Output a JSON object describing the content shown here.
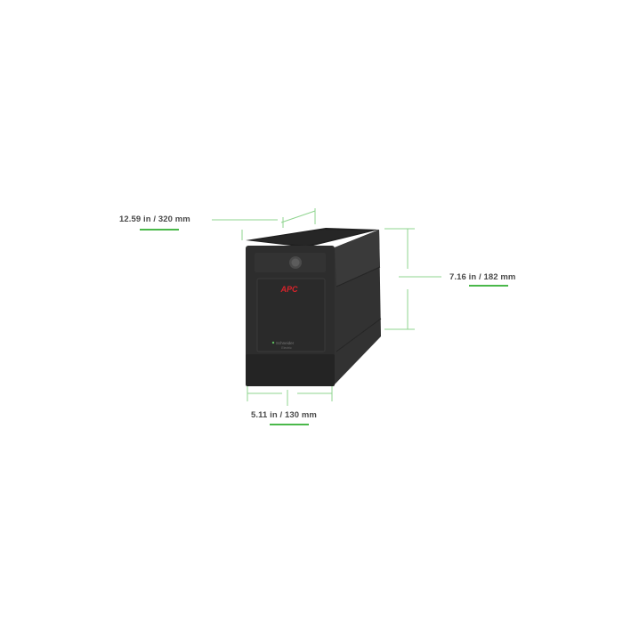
{
  "dimensions": {
    "depth": "12.59 in / 320 mm",
    "height": "7.16 in / 182 mm",
    "width": "5.11 in / 130 mm"
  },
  "product": {
    "brand_logo_text": "APC",
    "maker_logo_text": "Schneider Electric"
  },
  "colors": {
    "accent_green": "#4ab84a",
    "body_black": "#2b2b2b",
    "logo_red": "#d8232a"
  }
}
